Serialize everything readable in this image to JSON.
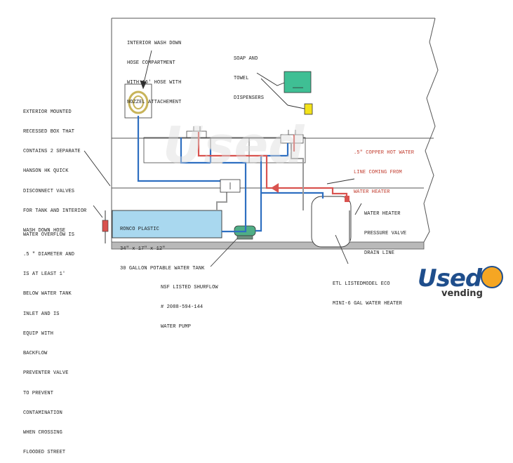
{
  "labels": {
    "interior_hose": [
      "INTERIOR WASH DOWN",
      "HOSE COMPARTMENT",
      "WITH 16' HOSE WITH",
      "NOZZEL ATTACHEMENT"
    ],
    "soap_towel": [
      "SOAP AND",
      "TOWEL",
      "DISPENSERS"
    ],
    "exterior_box": [
      "EXTERIOR MOUNTED",
      "RECESSED BOX THAT",
      "CONTAINS 2 SEPARATE",
      "HANSON HK QUICK",
      "DISCONNECT VALVES",
      "FOR TANK AND INTERIOR",
      "WASH DOWN HOSE"
    ],
    "copper_line": [
      ".5\" COPPER HOT WATER",
      "LINE COMING FROM",
      "WATER HEATER"
    ],
    "water_overflow": [
      "WATER OVERFLOW IS",
      ".5 \" DIAMETER AND",
      "IS AT LEAST 1'",
      "BELOW WATER TANK",
      "INLET AND IS",
      "EQUIP WITH",
      "BACKFLOW",
      "PREVENTER VALVE",
      "TO PREVENT",
      "CONTAMINATION",
      "WHEN CROSSING",
      "FLOODED STREET"
    ],
    "tank": [
      "RONCO PLASTIC",
      "34\" x 17\" x 12\"",
      "30 GALLON POTABLE WATER TANK"
    ],
    "pressure_valve": [
      "WATER HEATER",
      "PRESSURE VALVE",
      "DRAIN LINE"
    ],
    "pump": [
      "NSF LISTED SHURFLOW",
      "# 2088-594-144",
      "WATER PUMP"
    ],
    "heater": [
      "ETL LISTEDMODEL ECO",
      "MINI-6 GAL WATER HEATER"
    ]
  },
  "logo": {
    "brand": "Used",
    "sub": "vending"
  },
  "colors": {
    "cold": "#2e6fc1",
    "hot": "#d9534f",
    "drain": "#9a9a9a",
    "tank": "#a9d8ef",
    "soap": "#3fbf94",
    "towel": "#f3e21a"
  }
}
